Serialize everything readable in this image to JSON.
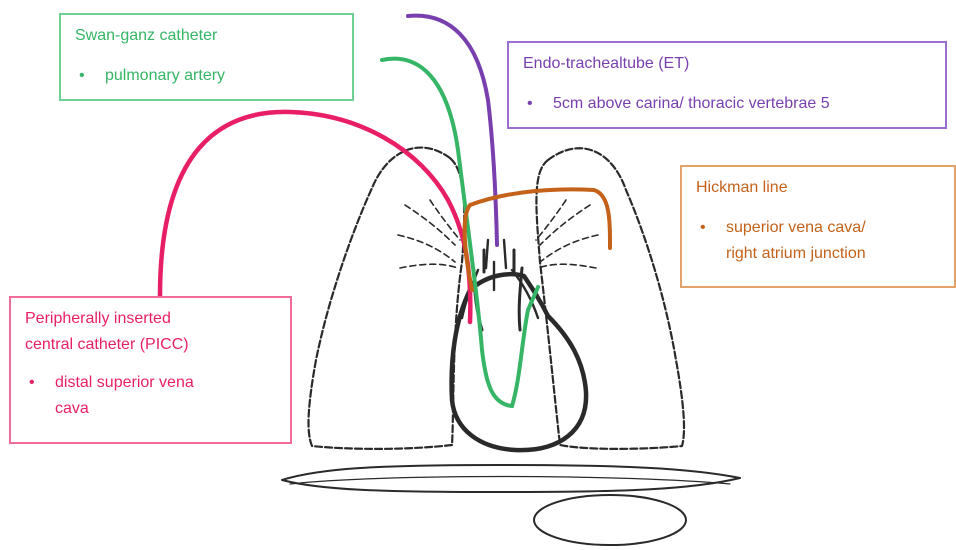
{
  "colors": {
    "swan": "#35b565",
    "et": "#7a3fae",
    "hickman": "#c4621a",
    "picc": "#e81f66",
    "outline": "#2a2a2a"
  },
  "swan_ganz": {
    "title": "Swan-ganz catheter",
    "bullet": "•",
    "item": "pulmonary artery"
  },
  "et_tube": {
    "title": "Endo-trachealtube (ET)",
    "bullet": "•",
    "item": "5cm above carina/ thoracic vertebrae 5"
  },
  "hickman": {
    "title": "Hickman line",
    "bullet": "•",
    "item_line1": "superior vena cava/",
    "item_line2": "right atrium  junction"
  },
  "picc": {
    "title_line1": "Peripherally inserted",
    "title_line2": "central catheter (PICC)",
    "bullet": "•",
    "item_line1": "distal superior vena",
    "item_line2": "cava"
  }
}
